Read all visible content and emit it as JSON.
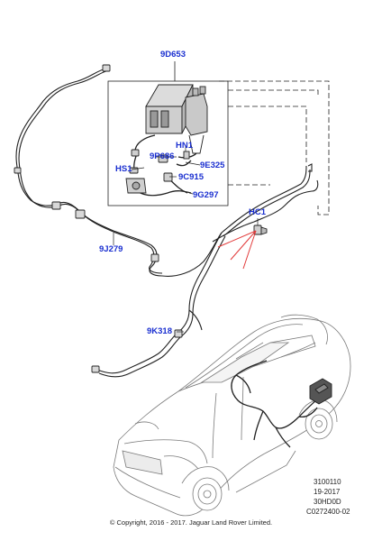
{
  "callouts": {
    "c9D653": "9D653",
    "cHN1": "HN1",
    "c9P686": "9P686",
    "cHS1": "HS1",
    "c9E325": "9E325",
    "c9C915": "9C915",
    "c9G297": "9G297",
    "cHC1": "HC1",
    "c9J279": "9J279",
    "c9K318": "9K318"
  },
  "reference": {
    "line1": "3100110",
    "line2": "19-2017",
    "line3": "30HD0D",
    "line4": "C0272400-02"
  },
  "copyright": "© Copyright, 2016 - 2017. Jaguar Land Rover Limited.",
  "colors": {
    "callout": "#1a2fd0",
    "leader_red": "#e23a3a",
    "line": "#222222",
    "car": "#7a7a7a"
  }
}
